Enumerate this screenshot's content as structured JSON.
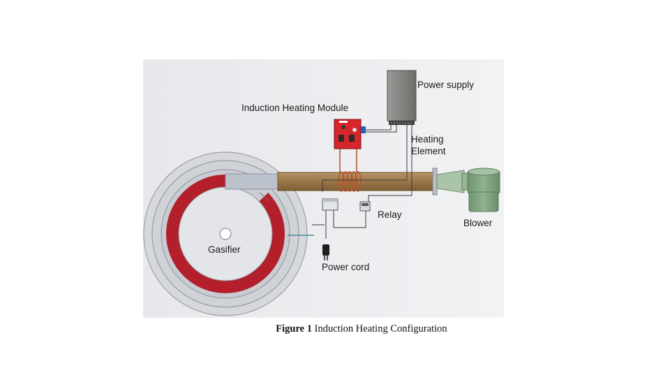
{
  "labels": {
    "power_supply": "Power supply",
    "induction_heating_module": "Induction Heating Module",
    "heating_element": "Heating Element",
    "relay": "Relay",
    "blower": "Blower",
    "gasifier": "Gasifier",
    "power_cord": "Power cord"
  },
  "caption": {
    "prefix": "Figure 1",
    "text": "Induction Heating Configuration"
  },
  "colors": {
    "background": "#e9ebee",
    "gasifier_outer": "#d8dade",
    "gasifier_ring": "#b01e2a",
    "pipe": "#9c7a4a",
    "module": "#d8242a",
    "power_supply": "#8a8a88",
    "blower": "#7fa27f",
    "coil": "#b05a2a"
  }
}
